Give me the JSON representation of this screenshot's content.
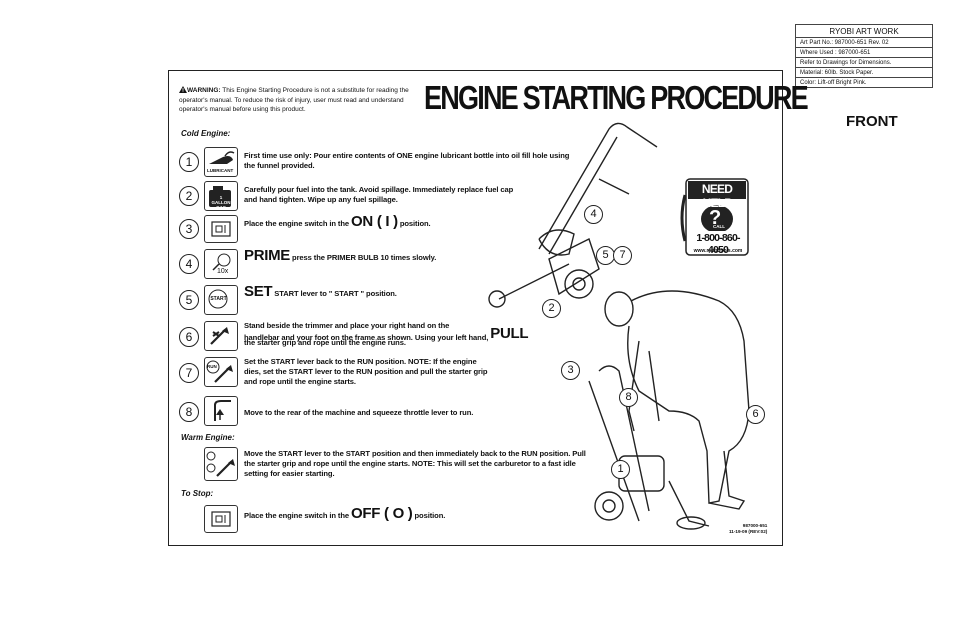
{
  "art_box": {
    "header": "RYOBI ART WORK",
    "rows": [
      "Art  Part  No.:   987000-651     Rev. 02",
      "Where  Used :  987000-651",
      "Refer to Drawings for Dimensions.",
      "Material: 60lb. Stock Paper.",
      "Color: Lift-off Bright Pink."
    ]
  },
  "front_label": "FRONT",
  "warning": {
    "prefix": "WARNING:",
    "text": " This Engine Starting Procedure is not a substitute for reading the operator's manual. To reduce the risk of injury, user must read and understand operator's manual before using this product."
  },
  "title": "ENGINE STARTING PROCEDURE",
  "sections": {
    "cold": "Cold Engine:",
    "warm": "Warm Engine:",
    "stop": "To Stop:"
  },
  "steps": [
    {
      "num": "1",
      "icon": "lubricant-icon",
      "icon_text": "LUBRICANT",
      "text": "First time use only: Pour entire contents of ONE engine lubricant bottle into oil fill hole using the funnel provided."
    },
    {
      "num": "2",
      "icon": "fuel-can-icon",
      "icon_text": "1 GALLON GAS",
      "text": "Carefully pour fuel into the tank. Avoid spillage. Immediately replace fuel cap and hand tighten. Wipe up any fuel spillage."
    },
    {
      "num": "3",
      "icon": "switch-on-icon",
      "pre": "Place the engine switch in the ",
      "big": "ON ( I )",
      "post": " position."
    },
    {
      "num": "4",
      "icon": "primer-bulb-icon",
      "icon_text": "10x",
      "big": "PRIME",
      "post": " press the PRIMER BULB 10 times slowly."
    },
    {
      "num": "5",
      "icon": "start-lever-icon",
      "icon_text": "START",
      "big": "SET",
      "post": " START lever to \" START \" position."
    },
    {
      "num": "6",
      "icon": "pull-cord-icon",
      "text_a": "Stand beside the trimmer and place your right hand on the",
      "text_b": "handlebar and your foot on the frame as shown. Using your left hand,",
      "big": "PULL",
      "text_c": "the starter grip and rope until the engine runs."
    },
    {
      "num": "7",
      "icon": "run-lever-icon",
      "icon_text": "RUN",
      "text": "Set the START lever back to the RUN position. NOTE: If the engine dies, set the START lever to the RUN position and pull the starter grip and rope until the engine starts."
    },
    {
      "num": "8",
      "icon": "throttle-icon",
      "text": "Move to the rear of the machine and squeeze throttle lever to run."
    }
  ],
  "warm_text": "Move the START lever to the START position and then immediately back to the RUN position. Pull the starter grip and rope until the engine starts. NOTE: This will set the carburetor to a fast idle setting for easier starting.",
  "stop": {
    "pre": "Place the engine switch in the ",
    "big": "OFF ( O )",
    "post": " position."
  },
  "need_help": {
    "title": "NEED HELP",
    "phone": "1-800-860-4050",
    "url": "www.ryobitools.com",
    "call": "CALL"
  },
  "callouts_top": [
    "4",
    "5",
    "7",
    "2"
  ],
  "callouts_bottom": [
    "3",
    "8",
    "6",
    "1"
  ],
  "part_code": [
    "987000-651",
    "11-19-09 (REV:02)"
  ]
}
